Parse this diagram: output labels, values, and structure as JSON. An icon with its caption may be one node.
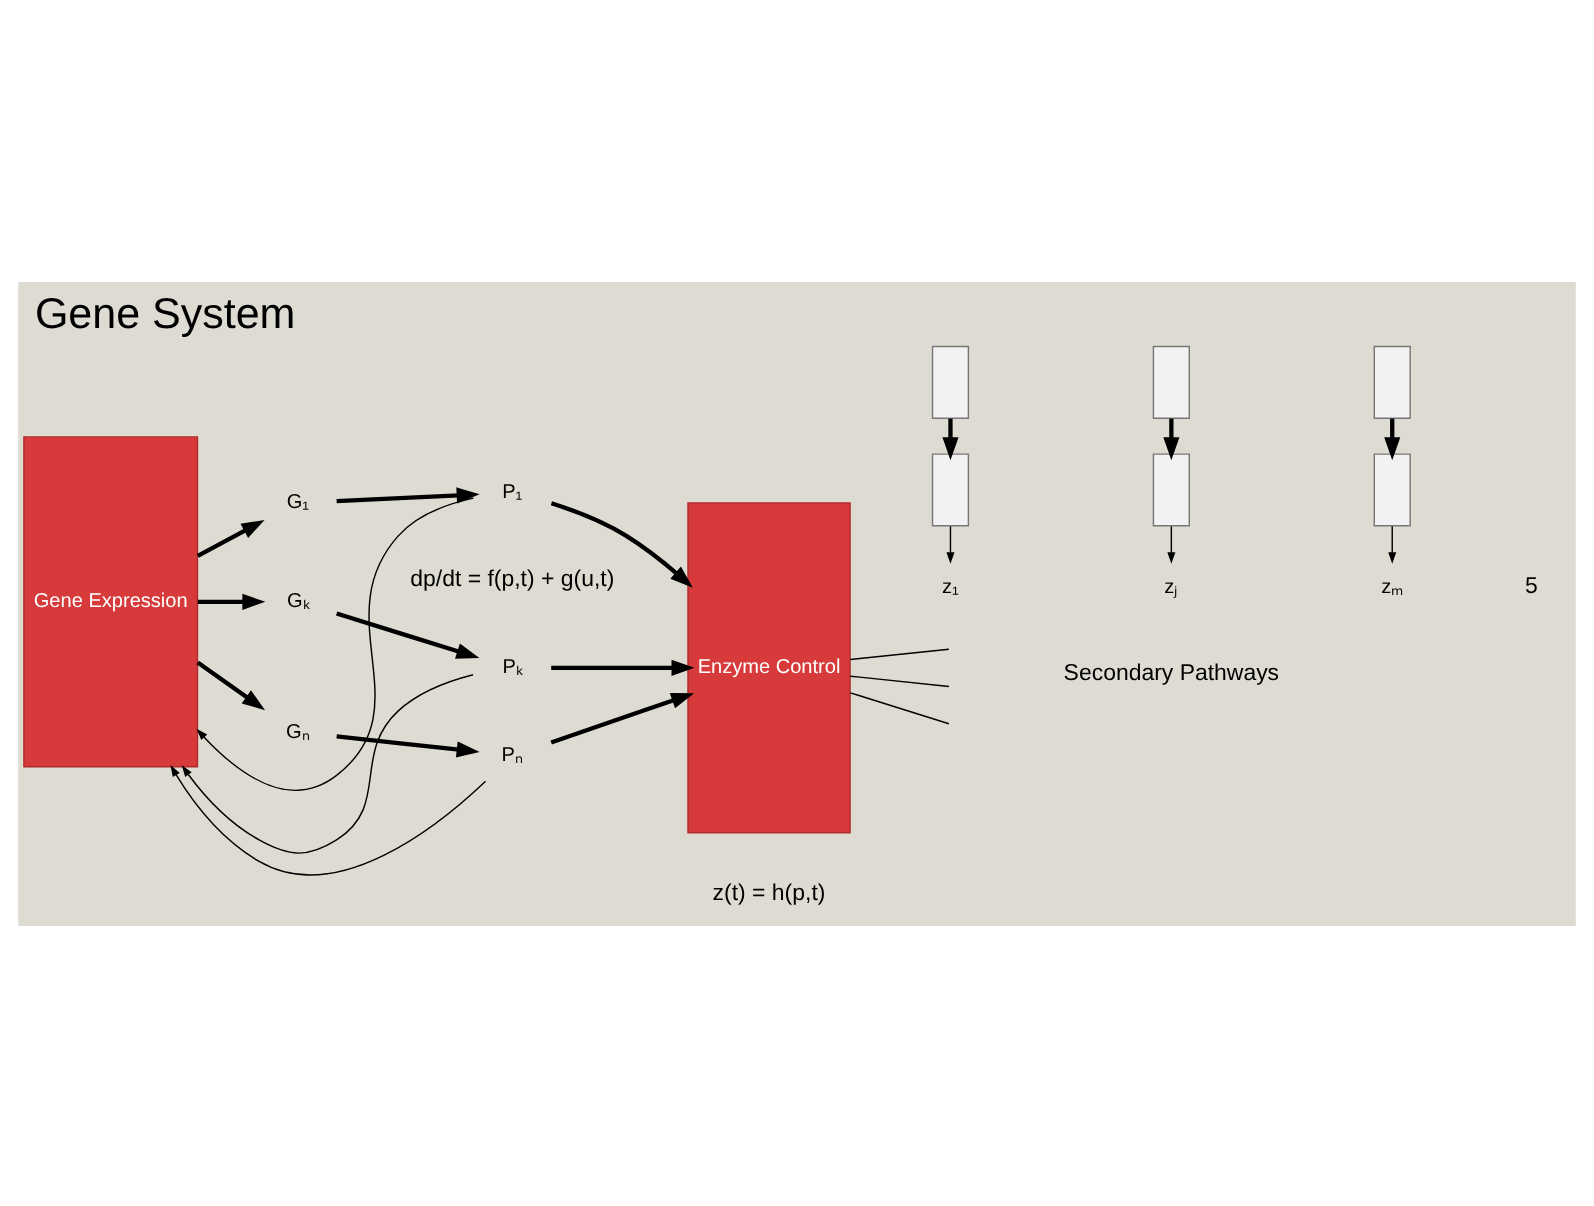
{
  "diagram": {
    "title": "Gene System",
    "nodes": [
      {
        "text": [
          "Gene Expression"
        ]
      },
      {
        "text": [
          "G₁"
        ]
      },
      {
        "text": [
          "P₁"
        ]
      },
      {
        "text": [
          "Gₖ"
        ]
      },
      {
        "text": [
          "Pₖ"
        ]
      },
      {
        "text": [
          "Gₙ"
        ]
      },
      {
        "text": [
          "Pₙ"
        ]
      },
      {
        "text": [
          "Enzyme Control"
        ]
      },
      {
        "text": [],
        "shape": "box"
      },
      {
        "text": [],
        "shape": "box"
      },
      {
        "text": [],
        "shape": "box"
      },
      {
        "text": [],
        "shape": "box"
      },
      {
        "text": [],
        "shape": "box"
      },
      {
        "text": [],
        "shape": "box"
      },
      {
        "text": [
          "z₁"
        ]
      },
      {
        "text": [
          "zⱼ"
        ]
      },
      {
        "text": [
          "zₘ"
        ]
      }
    ],
    "edges": [
      {
        "from": 0,
        "to": 1,
        "arrow": "to"
      },
      {
        "from": 1,
        "to": 2,
        "arrow": "to"
      },
      {
        "from": 0,
        "to": 3,
        "arrow": "to"
      },
      {
        "from": 3,
        "to": 4,
        "arrow": "to"
      },
      {
        "from": 0,
        "to": 5,
        "arrow": "to"
      },
      {
        "from": 5,
        "to": 6,
        "arrow": "to"
      },
      {
        "from": 2,
        "to": 7,
        "arrow": "to"
      },
      {
        "from": 4,
        "to": 7,
        "arrow": "to"
      },
      {
        "from": 6,
        "to": 7,
        "arrow": "to"
      },
      {
        "from": 2,
        "to": 0,
        "arrow": "to"
      },
      {
        "from": 4,
        "to": 0,
        "arrow": "to"
      },
      {
        "from": 6,
        "to": 0,
        "arrow": "to"
      },
      {
        "from": 8,
        "to": 11,
        "arrow": "to"
      },
      {
        "from": 9,
        "to": 12,
        "arrow": "to"
      },
      {
        "from": 10,
        "to": 13,
        "arrow": "to"
      },
      {
        "from": 7,
        "to": null,
        "arrow": "none"
      },
      {
        "from": 7,
        "to": null,
        "arrow": "none"
      },
      {
        "from": 7,
        "to": null,
        "arrow": "none"
      },
      {
        "from": 11,
        "to": 14,
        "arrow": "to"
      },
      {
        "from": 12,
        "to": 15,
        "arrow": "to"
      },
      {
        "from": 13,
        "to": 16,
        "arrow": "to"
      }
    ],
    "labels": [
      "z(t) = h(p,t)",
      "Secondary Pathways",
      "dp/dt = f(p,t) + g(u,t)",
      "5"
    ]
  }
}
